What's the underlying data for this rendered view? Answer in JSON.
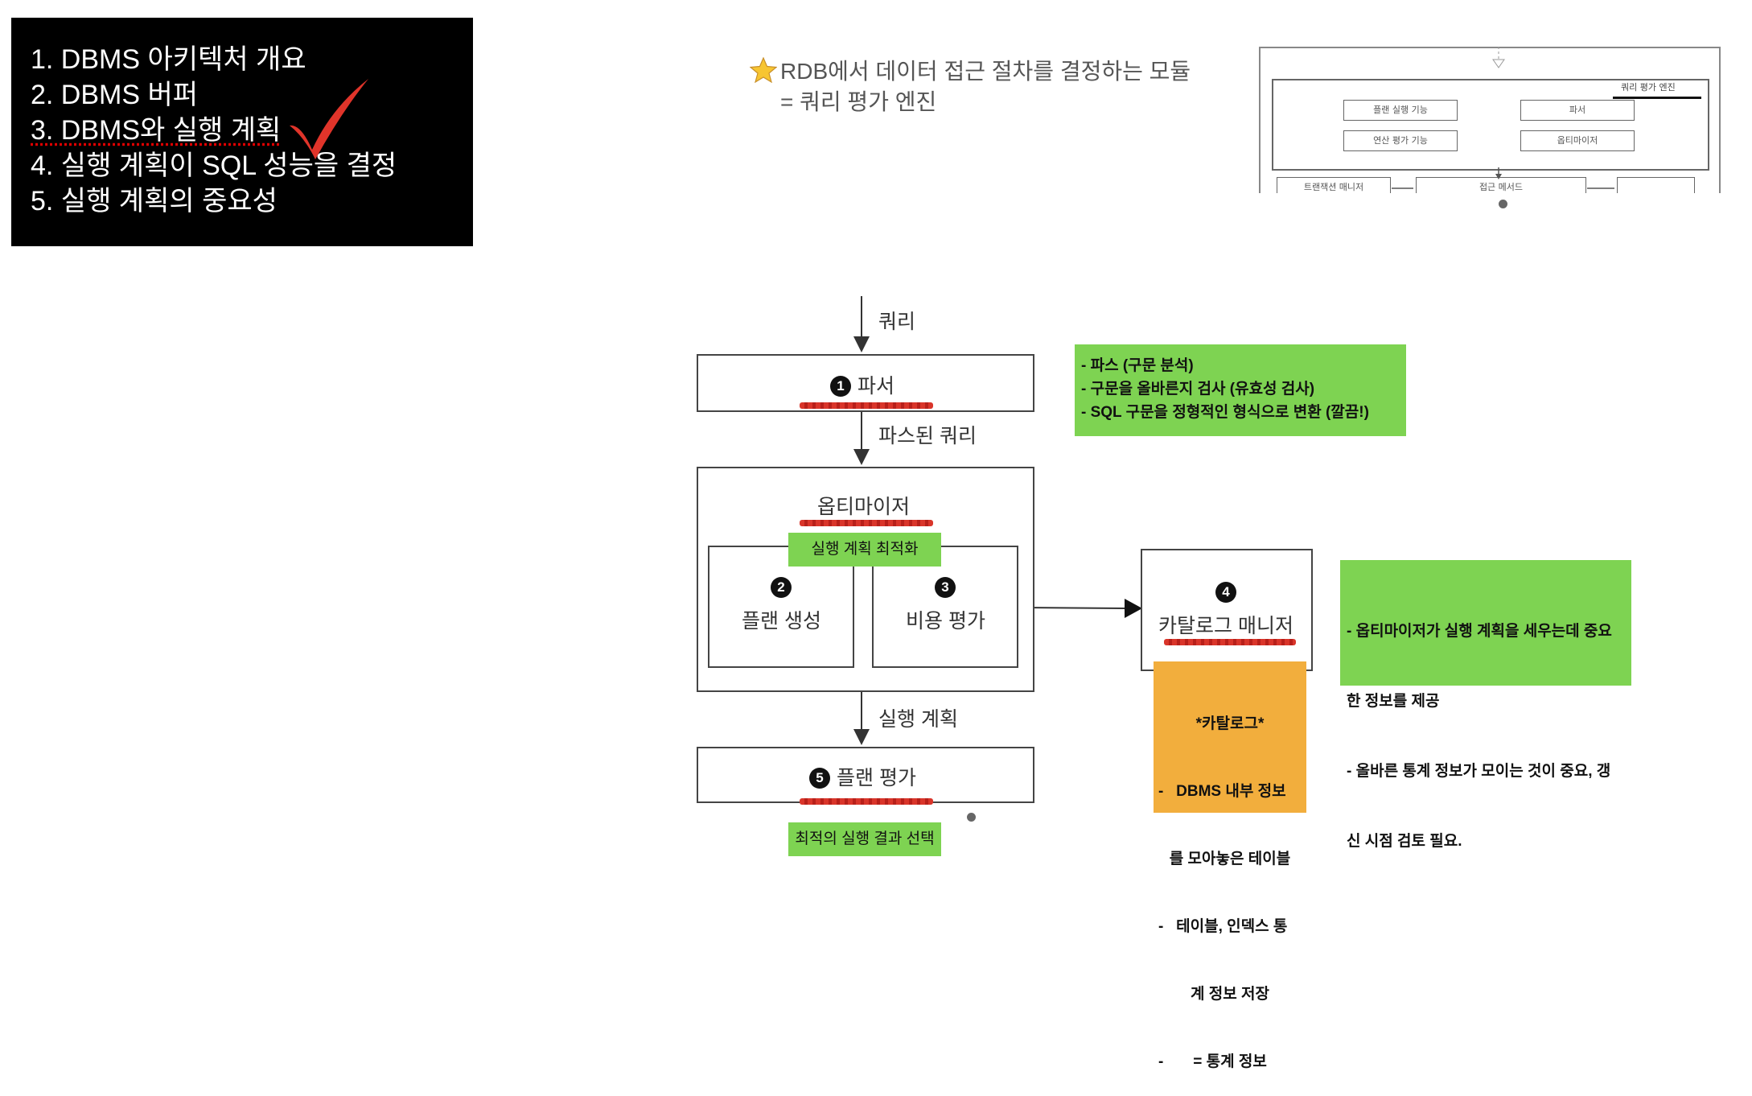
{
  "agenda": {
    "items": [
      "1. DBMS 아키텍처 개요",
      "2. DBMS 버퍼",
      "3. DBMS와 실행 계획",
      "4. 실행 계획이 SQL 성능을 결정",
      "5. 실행 계획의 중요성"
    ]
  },
  "note": {
    "star_icon": "star-icon",
    "line1": "RDB에서 데이터 접근 절차를 결정하는 모듈",
    "line2": "= 쿼리 평가 엔진"
  },
  "thumbnail": {
    "title": "쿼리 평가 엔진",
    "items": [
      "플랜 실행 기능",
      "파서",
      "연산 평가 기능",
      "옵티마이저",
      "트랜잭션 매니저",
      "접근 메서드"
    ]
  },
  "diagram": {
    "query_label": "쿼리",
    "parser": {
      "num": "1",
      "label": "파서"
    },
    "parsed_query_label": "파스된 쿼리",
    "optimizer": {
      "label": "옵티마이저",
      "tag": "실행 계획 최적화"
    },
    "plan_gen": {
      "num": "2",
      "label": "플랜 생성"
    },
    "cost_eval": {
      "num": "3",
      "label": "비용 평가"
    },
    "catalog": {
      "num": "4",
      "label": "카탈로그 매니저"
    },
    "exec_plan_label": "실행 계획",
    "plan_eval": {
      "num": "5",
      "label": "플랜 평가"
    },
    "plan_eval_tag": "최적의 실행 결과 선택"
  },
  "notes": {
    "parser_note": [
      "- 파스 (구문 분석)",
      "- 구문을 올바른지 검사 (유효성 검사)",
      "- SQL 구문을 정형적인 형식으로 변환 (깔끔!)"
    ],
    "catalog_note": [
      "- 옵티마이저가 실행 계획을 세우는데 중요",
      "  한 정보를 제공",
      "- 올바른 통계 정보가 모이는 것이 중요, 갱",
      "  신 시점 검토 필요."
    ],
    "catalog_def": [
      "*카탈로그*",
      "-   DBMS 내부 정보",
      "를 모아놓은 테이블",
      "-   테이블, 인덱스 통",
      "계 정보 저장",
      "-       = 통계 정보"
    ]
  },
  "colors": {
    "green": "#7ed352",
    "orange": "#f2ae3d",
    "check": "#e0342a"
  }
}
